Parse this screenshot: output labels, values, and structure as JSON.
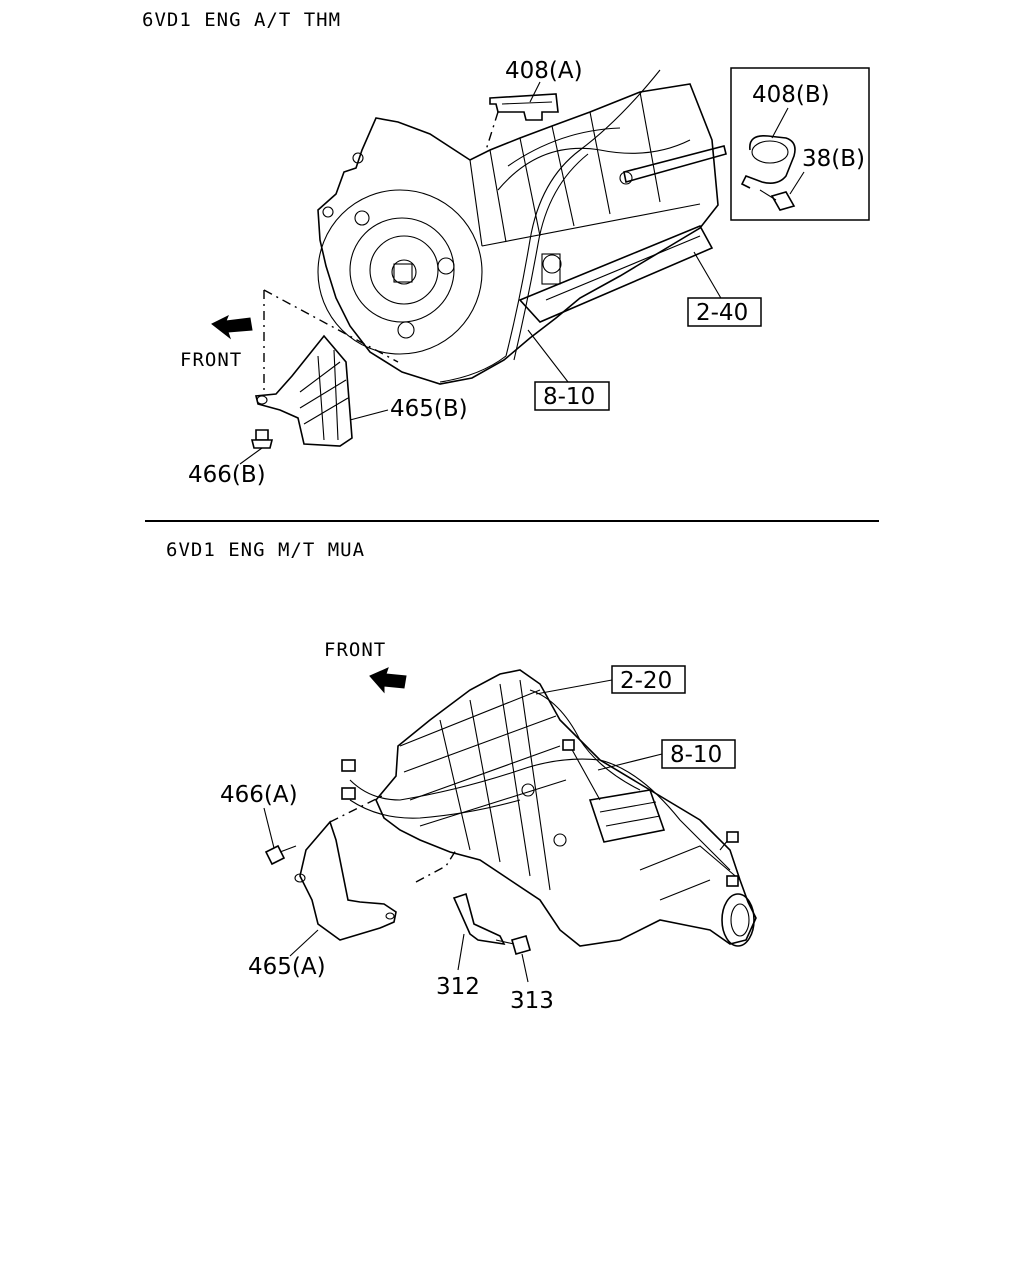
{
  "sections": [
    {
      "title": "6VD1 ENG A/T THM",
      "front_label": "FRONT",
      "callouts": {
        "p408a": "408(A)",
        "p408b": "408(B)",
        "p38b": "38(B)",
        "p465b": "465(B)",
        "p466b": "466(B)"
      },
      "refs": {
        "r240": "2-40",
        "r810": "8-10"
      }
    },
    {
      "title": "6VD1 ENG M/T MUA",
      "front_label": "FRONT",
      "callouts": {
        "p466a": "466(A)",
        "p465a": "465(A)",
        "p312": "312",
        "p313": "313"
      },
      "refs": {
        "r220": "2-20",
        "r810": "8-10"
      }
    }
  ]
}
